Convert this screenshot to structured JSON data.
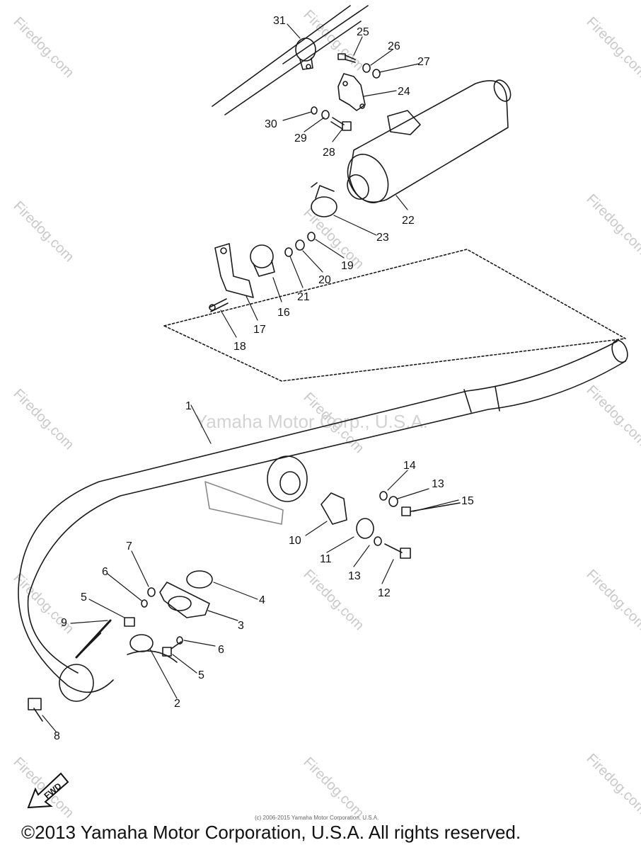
{
  "diagram": {
    "callouts": [
      "1",
      "2",
      "3",
      "4",
      "5",
      "5",
      "6",
      "6",
      "7",
      "8",
      "9",
      "10",
      "11",
      "12",
      "13",
      "13",
      "14",
      "15",
      "16",
      "17",
      "18",
      "19",
      "20",
      "21",
      "22",
      "23",
      "24",
      "25",
      "26",
      "27",
      "28",
      "29",
      "30",
      "31"
    ]
  },
  "watermark": {
    "brand": "Firedog.com",
    "center_text": "Yamaha Motor Corp., U.S.A."
  },
  "direction_label": "FWD",
  "small_copyright": "(c) 2006-2015 Yamaha Motor Corporation, U.S.A.",
  "footer_copyright": "©2013 Yamaha Motor Corporation, U.S.A. All rights reserved."
}
